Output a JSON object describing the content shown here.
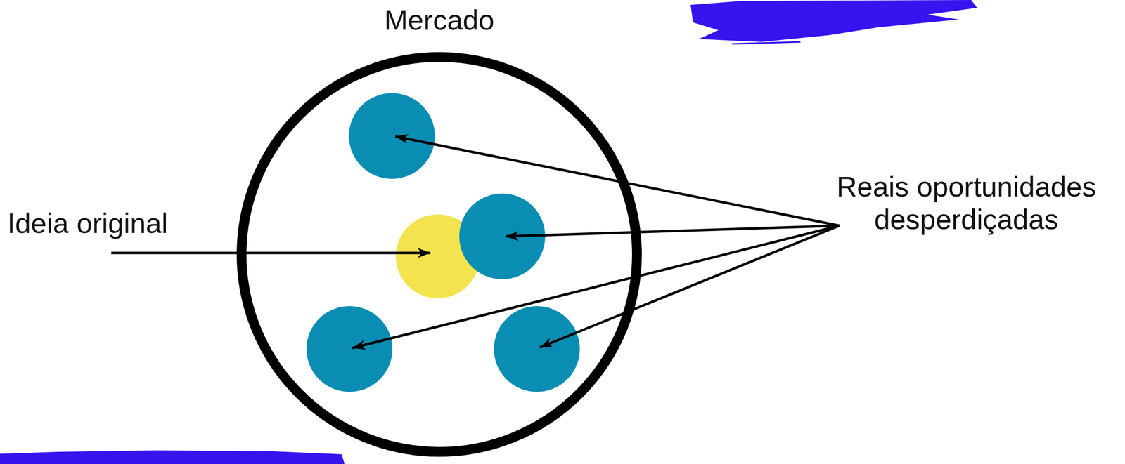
{
  "diagram": {
    "nodes": [
      {
        "text": [
          "Mercado"
        ]
      }
    ],
    "labels": [
      "Ideia original",
      "Reais oportunidades desperdiçadas"
    ]
  }
}
